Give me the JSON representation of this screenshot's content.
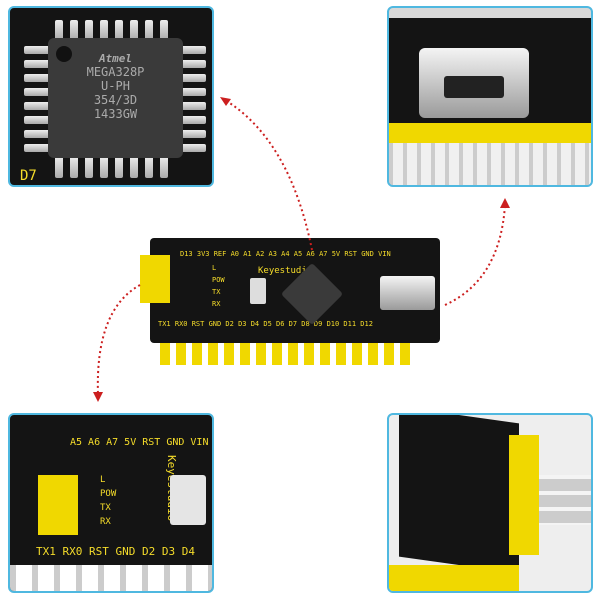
{
  "chip": {
    "logo": "Atmel",
    "lines": [
      "MEGA328P",
      "U-PH",
      "354/3D",
      "1433GW"
    ],
    "silk": "D7"
  },
  "board": {
    "brand": "Keyestudio",
    "top_pins": "D13 3V3 REF A0 A1 A2 A3 A4 A5 A6 A7 5V RST GND VIN",
    "bottom_pins": "TX1 RX0 RST GND D2 D3 D4 D5 D6 D7 D8 D9 D10 D11 D12",
    "leds": [
      "L",
      "POW",
      "TX",
      "RX"
    ]
  },
  "closeup": {
    "top_labels": "A5 A6 A7 5V RST GND VIN",
    "bottom_labels": "TX1 RX0 RST GND D2 D3 D4",
    "brand": "Keyestudio",
    "leds": [
      "L",
      "POW",
      "TX",
      "RX"
    ]
  },
  "colors": {
    "frame": "#4fb8e0",
    "arrow": "#cc1f1f",
    "pcb": "#141414",
    "header": "#f0d800"
  }
}
